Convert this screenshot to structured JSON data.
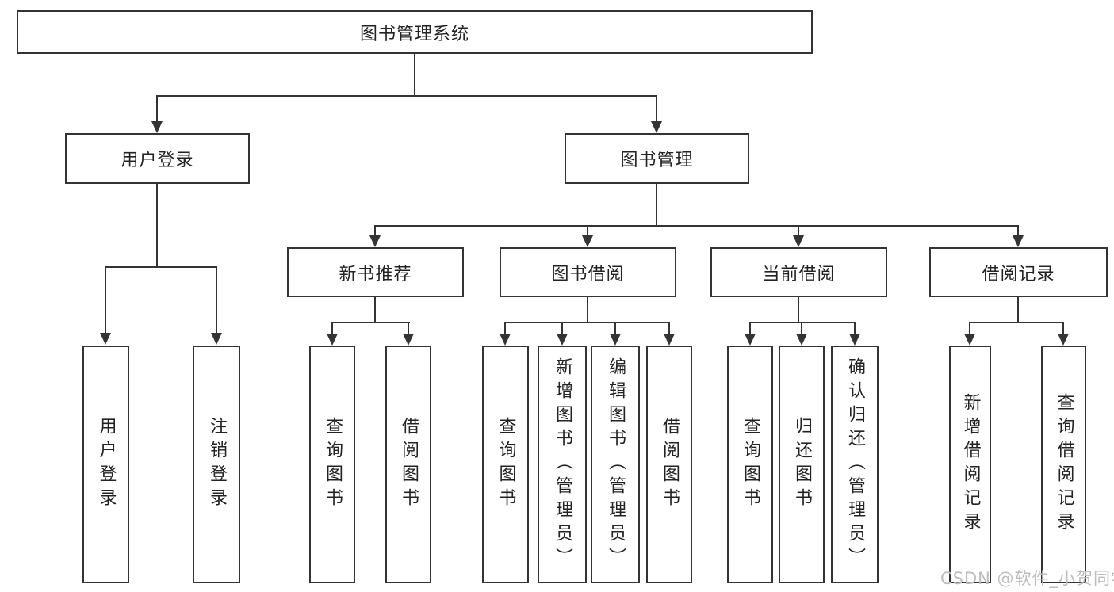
{
  "diagram": {
    "root": {
      "label": "图书管理系统"
    },
    "level2": [
      {
        "label": "用户登录",
        "children": [
          "用户登录",
          "注销登录"
        ]
      },
      {
        "label": "图书管理"
      }
    ],
    "level3": [
      {
        "label": "新书推荐",
        "children": [
          "查询图书",
          "借阅图书"
        ]
      },
      {
        "label": "图书借阅",
        "children": [
          "查询图书",
          "新增图书（管理员）",
          "编辑图书（管理员）",
          "借阅图书"
        ]
      },
      {
        "label": "当前借阅",
        "children": [
          "查询图书",
          "归还图书",
          "确认归还（管理员）"
        ]
      },
      {
        "label": "借阅记录",
        "children": [
          "新增借阅记录",
          "查询借阅记录"
        ]
      }
    ],
    "watermark": "CSDN @软件_小贺同学"
  },
  "colors": {
    "line": "#343434",
    "text": "#232323",
    "watermark": "#bdbdc1",
    "background": "#ffffff"
  }
}
